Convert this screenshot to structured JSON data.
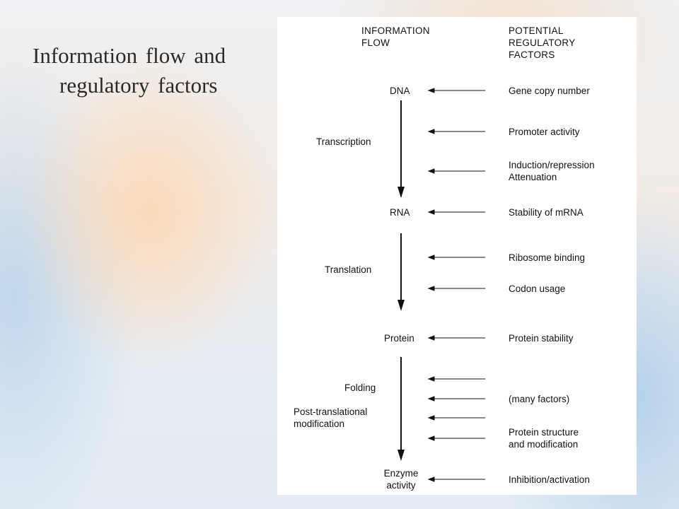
{
  "slide": {
    "title_line1": "Information flow and",
    "title_line2": "regulatory factors"
  },
  "diagram": {
    "header_left": [
      "INFORMATION",
      "FLOW"
    ],
    "header_right": [
      "POTENTIAL",
      "REGULATORY",
      "FACTORS"
    ],
    "nodes": {
      "dna": "DNA",
      "rna": "RNA",
      "protein": "Protein",
      "enzyme": [
        "Enzyme",
        "activity"
      ]
    },
    "processes": {
      "transcription": "Transcription",
      "translation": "Translation",
      "folding": "Folding",
      "post_translational": [
        "Post-translational",
        "modification"
      ]
    },
    "factors": {
      "gene_copy": "Gene copy number",
      "promoter": "Promoter activity",
      "induction": [
        "Induction/repression",
        "Attenuation"
      ],
      "mrna_stability": "Stability of mRNA",
      "ribosome": "Ribosome binding",
      "codon": "Codon usage",
      "protein_stability": "Protein stability",
      "many": "(many factors)",
      "structure": [
        "Protein structure",
        "and modification"
      ],
      "inhibition": "Inhibition/activation"
    }
  }
}
